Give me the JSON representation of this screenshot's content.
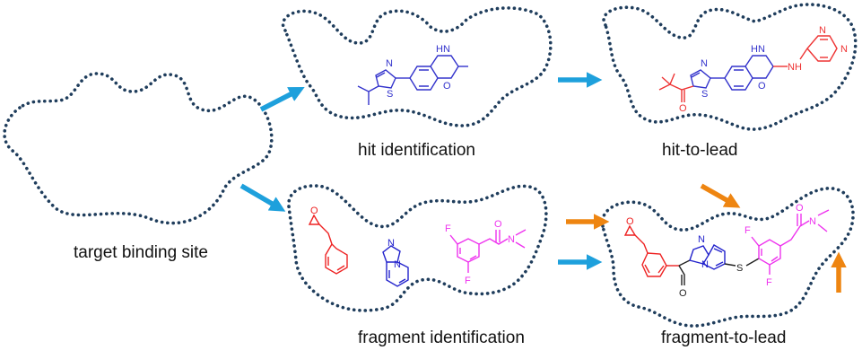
{
  "labels": {
    "target": "target binding site",
    "hit_identification": "hit identification",
    "hit_to_lead": "hit-to-lead",
    "fragment_identification": "fragment identification",
    "fragment_to_lead": "fragment-to-lead"
  },
  "atoms": {
    "n": "N",
    "s": "S",
    "o": "O",
    "f": "F",
    "nh": "NH",
    "hn": "HN"
  },
  "colors": {
    "pocket": "#1f3d5c",
    "flow_arrow": "#1ea0dc",
    "growth_arrow": "#ee8511",
    "hit_core": "#3333cc",
    "hit_added": "#ee3333",
    "frag_red": "#ee2222",
    "frag_blue": "#2222cc",
    "frag_magenta": "#ee33ee",
    "linker": "#222222"
  }
}
